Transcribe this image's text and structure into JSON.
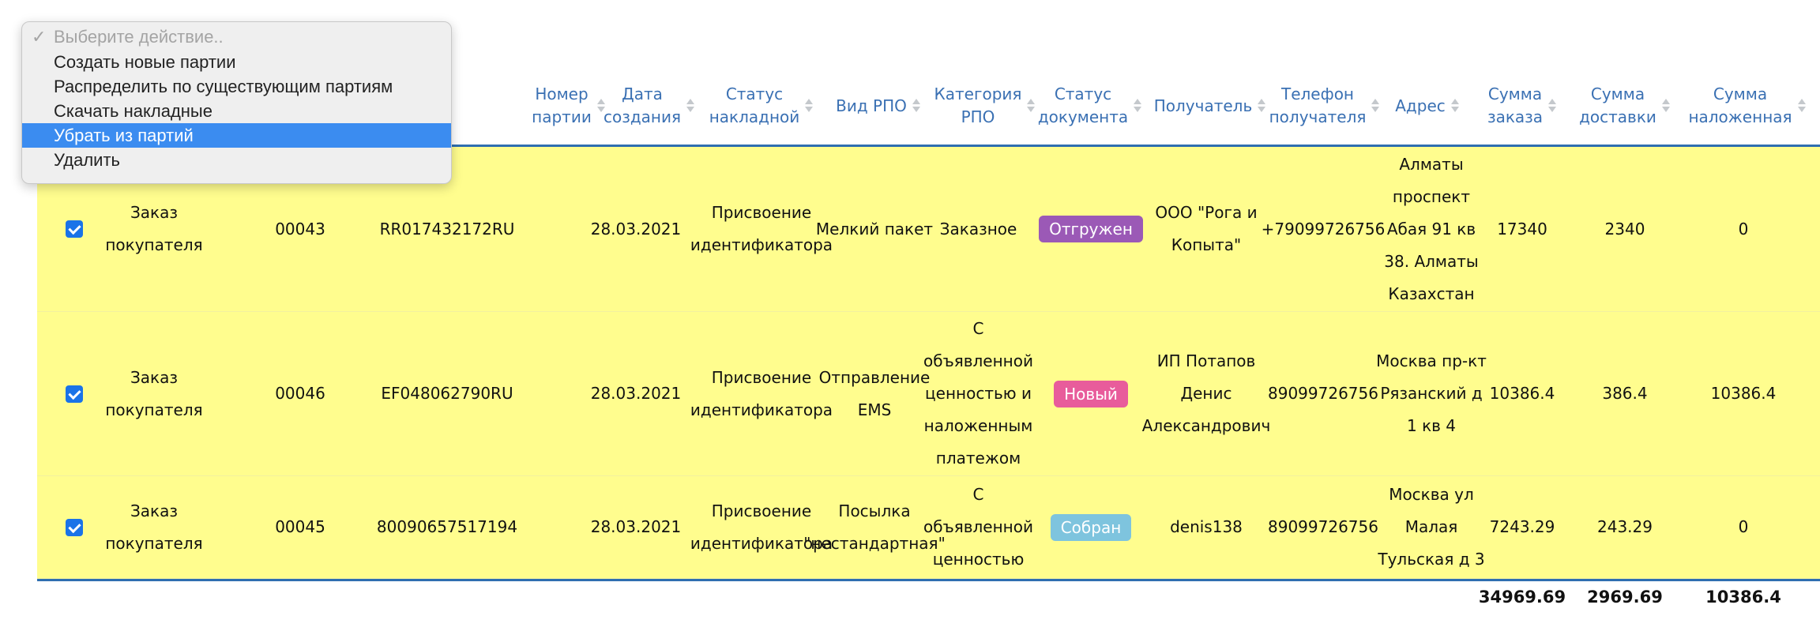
{
  "dropdown": {
    "placeholder": "Выберите действие..",
    "check_glyph": "✓",
    "options": [
      "Создать новые партии",
      "Распределить по существующим партиям",
      "Скачать накладные",
      "Убрать из партий",
      "Удалить"
    ],
    "selected_index": 3
  },
  "table": {
    "headers": {
      "batch_number": "Номер\nпартии",
      "created_date": "Дата\nсоздания",
      "waybill_status": "Статус\nнакладной",
      "rpo_type": "Вид РПО",
      "rpo_category": "Категория\nРПО",
      "doc_status": "Статус\nдокумента",
      "recipient": "Получатель",
      "recipient_phone": "Телефон\nполучателя",
      "address": "Адрес",
      "order_sum": "Сумма\nзаказа",
      "delivery_sum": "Сумма\nдоставки",
      "cod_sum": "Сумма\nналоженная"
    },
    "rows": [
      {
        "checked": true,
        "doc_type": "Заказ\nпокупателя",
        "number": "00043",
        "tracking": "RR017432172RU",
        "date": "28.03.2021",
        "waybill_status": "Присвоение\nидентификатора",
        "rpo_type": "Мелкий пакет",
        "rpo_category": "Заказное",
        "doc_status": "Отгружен",
        "doc_status_color": "#9b59b6",
        "recipient": "ООО \"Рога и\nКопыта\"",
        "phone": "+79099726756",
        "address": "Алматы\nпроспект\nАбая 91 кв\n38. Алматы\nКазахстан",
        "order_sum": "17340",
        "delivery_sum": "2340",
        "cod_sum": "0"
      },
      {
        "checked": true,
        "doc_type": "Заказ\nпокупателя",
        "number": "00046",
        "tracking": "EF048062790RU",
        "date": "28.03.2021",
        "waybill_status": "Присвоение\nидентификатора",
        "rpo_type": "Отправление\nEMS",
        "rpo_category": "С\nобъявленной\nценностью и\nналоженным\nплатежом",
        "doc_status": "Новый",
        "doc_status_color": "#e85c9b",
        "recipient": "ИП Потапов\nДенис\nАлександрович",
        "phone": "89099726756",
        "address": "Москва пр-кт\nРязанский д\n1 кв 4",
        "order_sum": "10386.4",
        "delivery_sum": "386.4",
        "cod_sum": "10386.4"
      },
      {
        "checked": true,
        "doc_type": "Заказ\nпокупателя",
        "number": "00045",
        "tracking": "80090657517194",
        "date": "28.03.2021",
        "waybill_status": "Присвоение\nидентификатора",
        "rpo_type": "Посылка\n\"нестандартная\"",
        "rpo_category": "С\nобъявленной\nценностью",
        "doc_status": "Собран",
        "doc_status_color": "#7ec4de",
        "recipient": "denis138",
        "phone": "89099726756",
        "address": "Москва ул\nМалая\nТульская д 3",
        "order_sum": "7243.29",
        "delivery_sum": "243.29",
        "cod_sum": "0"
      }
    ],
    "totals": {
      "order_sum": "34969.69",
      "delivery_sum": "2969.69",
      "cod_sum": "10386.4"
    }
  }
}
